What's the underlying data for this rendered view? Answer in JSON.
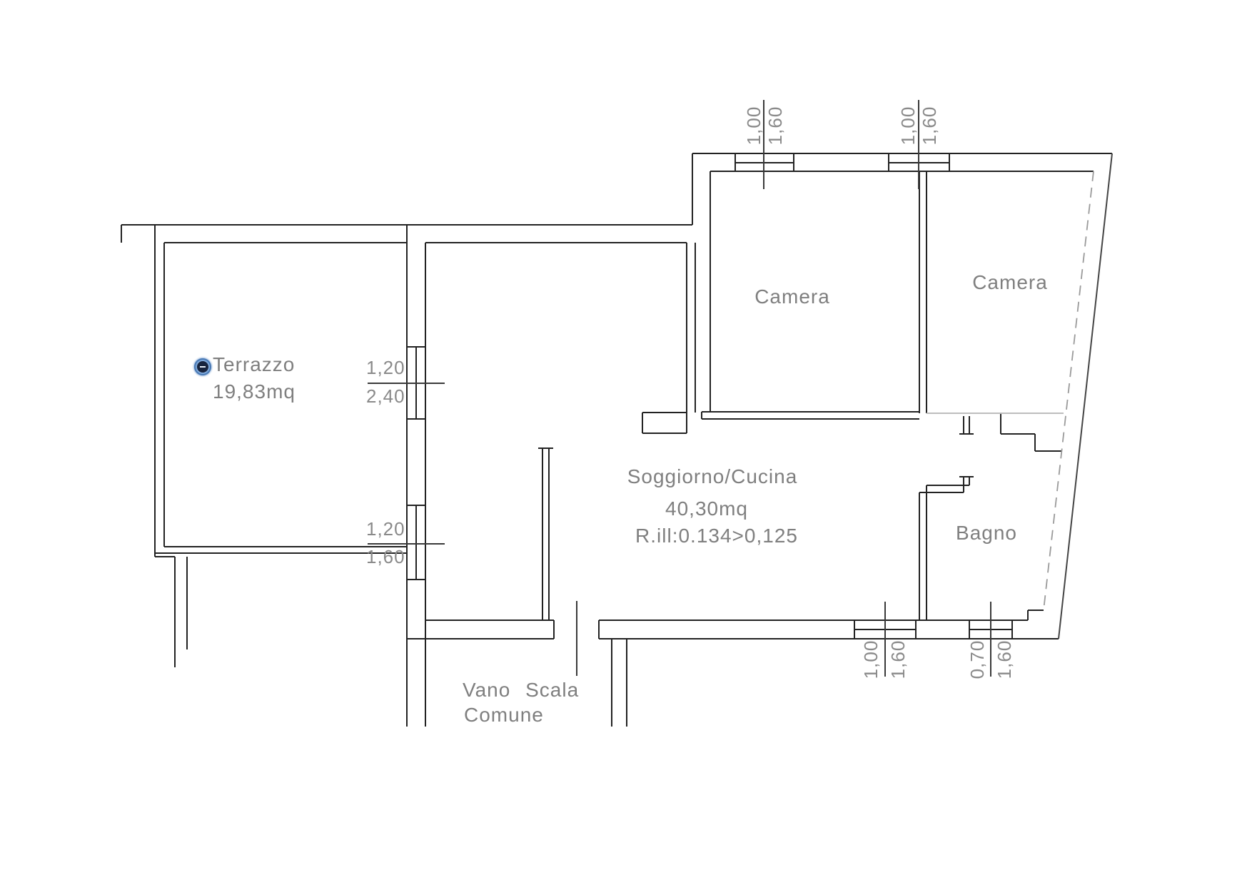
{
  "document": {
    "type": "floor-plan",
    "background": "#ffffff"
  },
  "rooms": {
    "terrazzo": {
      "name": "Terrazzo",
      "area": "19,83mq"
    },
    "camera1": {
      "name": "Camera"
    },
    "camera2": {
      "name": "Camera"
    },
    "soggiorno": {
      "name": "Soggiorno/Cucina",
      "area": "40,30mq",
      "r_ill": "R.ill:0.134>0,125"
    },
    "bagno": {
      "name": "Bagno"
    },
    "vano_scala": {
      "line1": "Vano Scala",
      "line2": "Comune"
    }
  },
  "dimensions": {
    "left_upper_window": {
      "numerator": "1,20",
      "denominator": "2,40"
    },
    "left_lower_window": {
      "numerator": "1,20",
      "denominator": "1,60"
    },
    "top_window_1": {
      "left": "1,00",
      "right": "1,60"
    },
    "top_window_2": {
      "left": "1,00",
      "right": "1,60"
    },
    "bottom_window_1": {
      "left": "1,00",
      "right": "1,60"
    },
    "bottom_window_2": {
      "left": "0,70",
      "right": "1,60"
    }
  },
  "marker": {
    "kind": "photo-location-marker",
    "ring_color": "#7fa8d9",
    "core_color": "#18243d"
  },
  "colors": {
    "wall": "#222222",
    "thin_line": "#3a3a3a",
    "room_text": "#7f7f7f",
    "dimension_text": "#8a8a8a",
    "faint_line": "#bdbdbd",
    "dashed_line": "#9a9a9a"
  }
}
